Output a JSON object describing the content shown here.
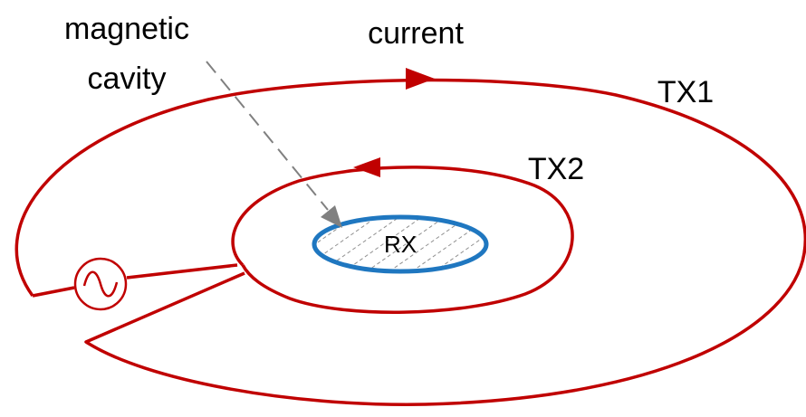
{
  "labels": {
    "magnetic_line1": "magnetic",
    "magnetic_line2": "cavity",
    "current": "current",
    "tx1": "TX1",
    "tx2": "TX2",
    "rx": "RX"
  },
  "colors": {
    "tx_coil": "#c00000",
    "rx_coil": "#1f77c0",
    "pointer_arrow": "#808080",
    "hatch": "#909090",
    "text": "#000000"
  },
  "icons": {
    "source": "ac-source-icon",
    "current_direction": "arrowhead-icon"
  }
}
